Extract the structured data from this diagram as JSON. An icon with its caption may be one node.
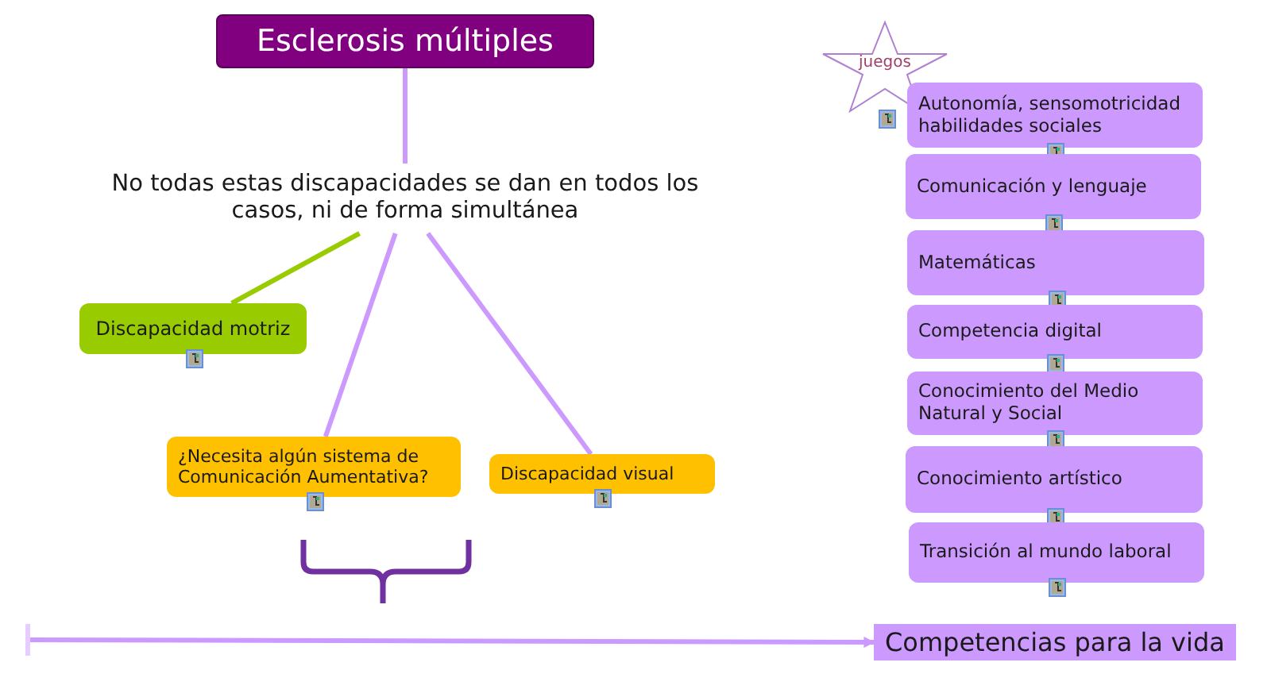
{
  "diagram": {
    "nodes": [
      {
        "text": [
          "Esclerosis múltiples"
        ]
      },
      {
        "text": [
          "No todas estas discapacidades se dan en todos los casos, ni de forma simultánea"
        ]
      },
      {
        "text": [
          "Discapacidad motriz"
        ]
      },
      {
        "text": [
          "¿Necesita algún sistema de Comunicación Aumentativa?"
        ]
      },
      {
        "text": [
          "Discapacidad visual"
        ]
      },
      {
        "text": [
          "juegos"
        ]
      },
      {
        "text": [
          "Autonomía, sensomotricidad habilidades sociales"
        ]
      },
      {
        "text": [
          "Comunicación y lenguaje"
        ]
      },
      {
        "text": [
          "Matemáticas"
        ]
      },
      {
        "text": [
          "Competencia digital"
        ]
      },
      {
        "text": [
          "Conocimiento del Medio Natural y Social"
        ]
      },
      {
        "text": [
          "Conocimiento artístico"
        ]
      },
      {
        "text": [
          "Transición al mundo laboral"
        ]
      },
      {
        "text": [
          "Competencias para la vida"
        ]
      }
    ],
    "edges": [
      {
        "from": 0,
        "to": 1,
        "arrow": "none"
      },
      {
        "from": 1,
        "to": 2,
        "arrow": "none",
        "color": "#99cc00"
      },
      {
        "from": 1,
        "to": 3,
        "arrow": "none"
      },
      {
        "from": 1,
        "to": 4,
        "arrow": "none"
      },
      {
        "from": null,
        "to": 13,
        "arrow": "to"
      }
    ]
  }
}
